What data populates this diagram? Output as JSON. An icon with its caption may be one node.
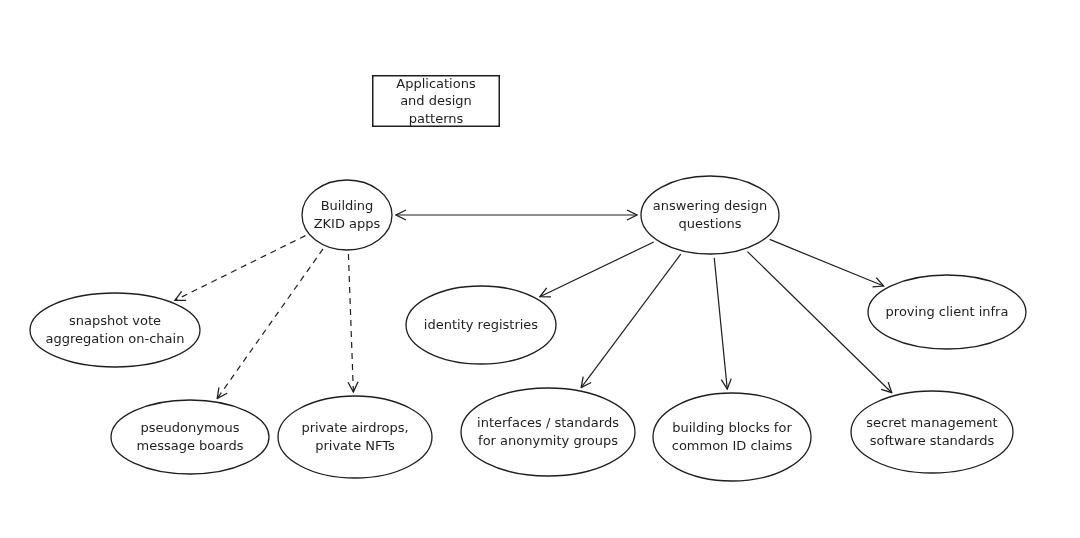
{
  "diagram": {
    "nodes": [
      {
        "text": [
          "Applications and design patterns"
        ]
      },
      {
        "text": [
          "Building ZKID apps"
        ]
      },
      {
        "text": [
          "answering design questions"
        ]
      },
      {
        "text": [
          "snapshot vote aggregation on-chain"
        ]
      },
      {
        "text": [
          "identity registries"
        ]
      },
      {
        "text": [
          "proving client infra"
        ]
      },
      {
        "text": [
          "pseudonymous message boards"
        ]
      },
      {
        "text": [
          "private airdrops, private NFTs"
        ]
      },
      {
        "text": [
          "interfaces / standards for anonymity groups"
        ]
      },
      {
        "text": [
          "building blocks for common ID claims"
        ]
      },
      {
        "text": [
          "secret management software standards"
        ]
      }
    ],
    "edges": [
      {
        "from": 1,
        "to": 2,
        "arrow": "both"
      },
      {
        "from": 1,
        "to": 3,
        "arrow": "to",
        "style": "dashed"
      },
      {
        "from": 1,
        "to": 6,
        "arrow": "to",
        "style": "dashed"
      },
      {
        "from": 1,
        "to": 7,
        "arrow": "to",
        "style": "dashed"
      },
      {
        "from": 2,
        "to": 4,
        "arrow": "to"
      },
      {
        "from": 2,
        "to": 8,
        "arrow": "to"
      },
      {
        "from": 2,
        "to": 9,
        "arrow": "to"
      },
      {
        "from": 2,
        "to": 10,
        "arrow": "to"
      },
      {
        "from": 2,
        "to": 5,
        "arrow": "to"
      }
    ]
  }
}
